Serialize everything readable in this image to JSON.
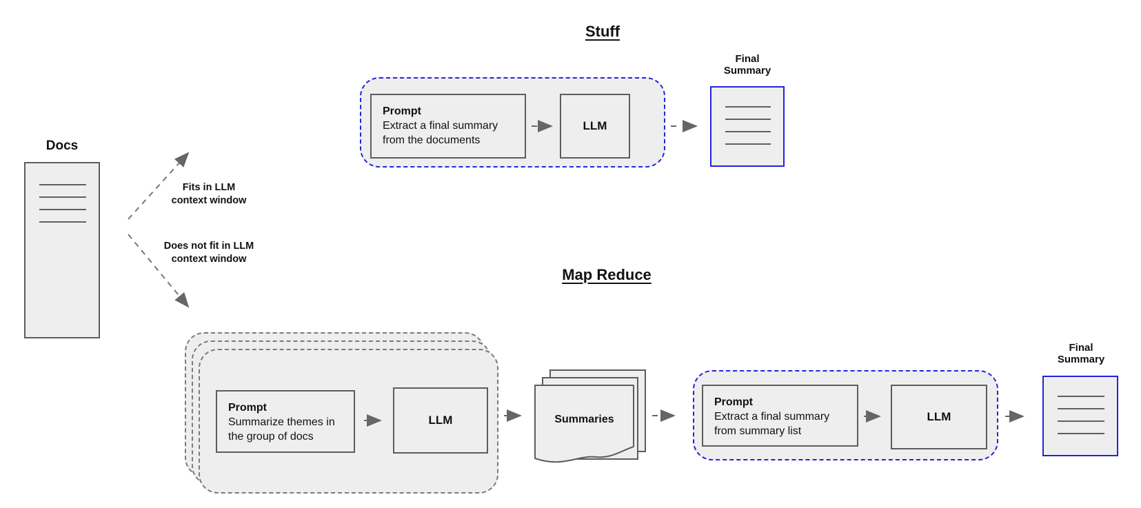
{
  "diagram": {
    "docs_label": "Docs",
    "branch_fits": {
      "line1": "Fits in LLM",
      "line2": "context window"
    },
    "branch_not_fit": {
      "line1": "Does not fit in LLM",
      "line2": "context window"
    },
    "stuff": {
      "title": "Stuff",
      "prompt_heading": "Prompt",
      "prompt_body": "Extract a final summary from the documents",
      "llm_label": "LLM",
      "final_line1": "Final",
      "final_line2": "Summary"
    },
    "map_reduce": {
      "title": "Map Reduce",
      "map_prompt_heading": "Prompt",
      "map_prompt_body": "Summarize themes in the group of docs",
      "map_llm_label": "LLM",
      "summaries_label": "Summaries",
      "reduce_prompt_heading": "Prompt",
      "reduce_prompt_body": "Extract a final summary from summary list",
      "reduce_llm_label": "LLM",
      "final_line1": "Final",
      "final_line2": "Summary"
    },
    "colors": {
      "accent_blue": "#2222e0",
      "fill_gray": "#eeeeee",
      "box_border_gray": "#5c5c5c",
      "dashed_border_gray": "#7a7a7a",
      "arrow_gray": "#666666"
    }
  }
}
